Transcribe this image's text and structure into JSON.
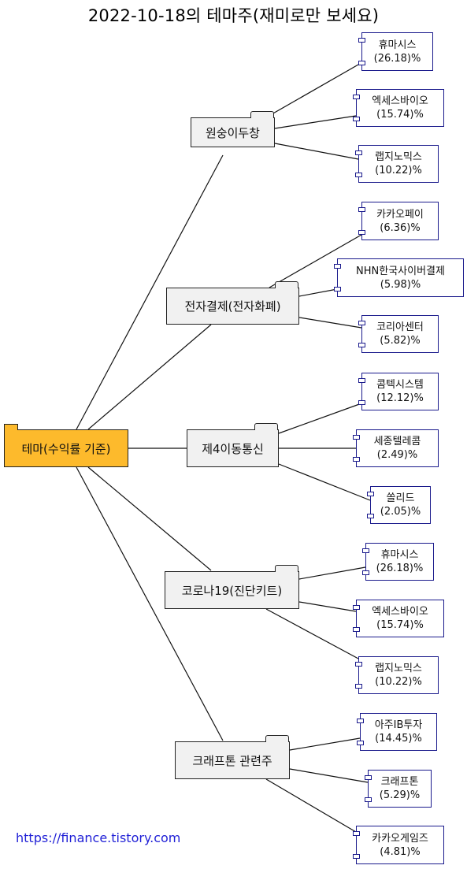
{
  "title": "2022-10-18의 테마주(재미로만 보세요)",
  "root_label": "테마(수익률 기준)",
  "themes": [
    {
      "label": "원숭이두창",
      "stocks": [
        {
          "name": "휴마시스",
          "change": "(26.18)%"
        },
        {
          "name": "엑세스바이오",
          "change": "(15.74)%"
        },
        {
          "name": "랩지노믹스",
          "change": "(10.22)%"
        }
      ]
    },
    {
      "label": "전자결제(전자화폐)",
      "stocks": [
        {
          "name": "카카오페이",
          "change": "(6.36)%"
        },
        {
          "name": "NHN한국사이버결제",
          "change": "(5.98)%"
        },
        {
          "name": "코리아센터",
          "change": "(5.82)%"
        }
      ]
    },
    {
      "label": "제4이동통신",
      "stocks": [
        {
          "name": "콤텍시스템",
          "change": "(12.12)%"
        },
        {
          "name": "세종텔레콤",
          "change": "(2.49)%"
        },
        {
          "name": "쏠리드",
          "change": "(2.05)%"
        }
      ]
    },
    {
      "label": "코로나19(진단키트)",
      "stocks": [
        {
          "name": "휴마시스",
          "change": "(26.18)%"
        },
        {
          "name": "엑세스바이오",
          "change": "(15.74)%"
        },
        {
          "name": "랩지노믹스",
          "change": "(10.22)%"
        }
      ]
    },
    {
      "label": "크래프톤 관련주",
      "stocks": [
        {
          "name": "아주IB투자",
          "change": "(14.45)%"
        },
        {
          "name": "크래프톤",
          "change": "(5.29)%"
        },
        {
          "name": "카카오게임즈",
          "change": "(4.81)%"
        }
      ]
    }
  ],
  "footer_link": "https://finance.tistory.com"
}
